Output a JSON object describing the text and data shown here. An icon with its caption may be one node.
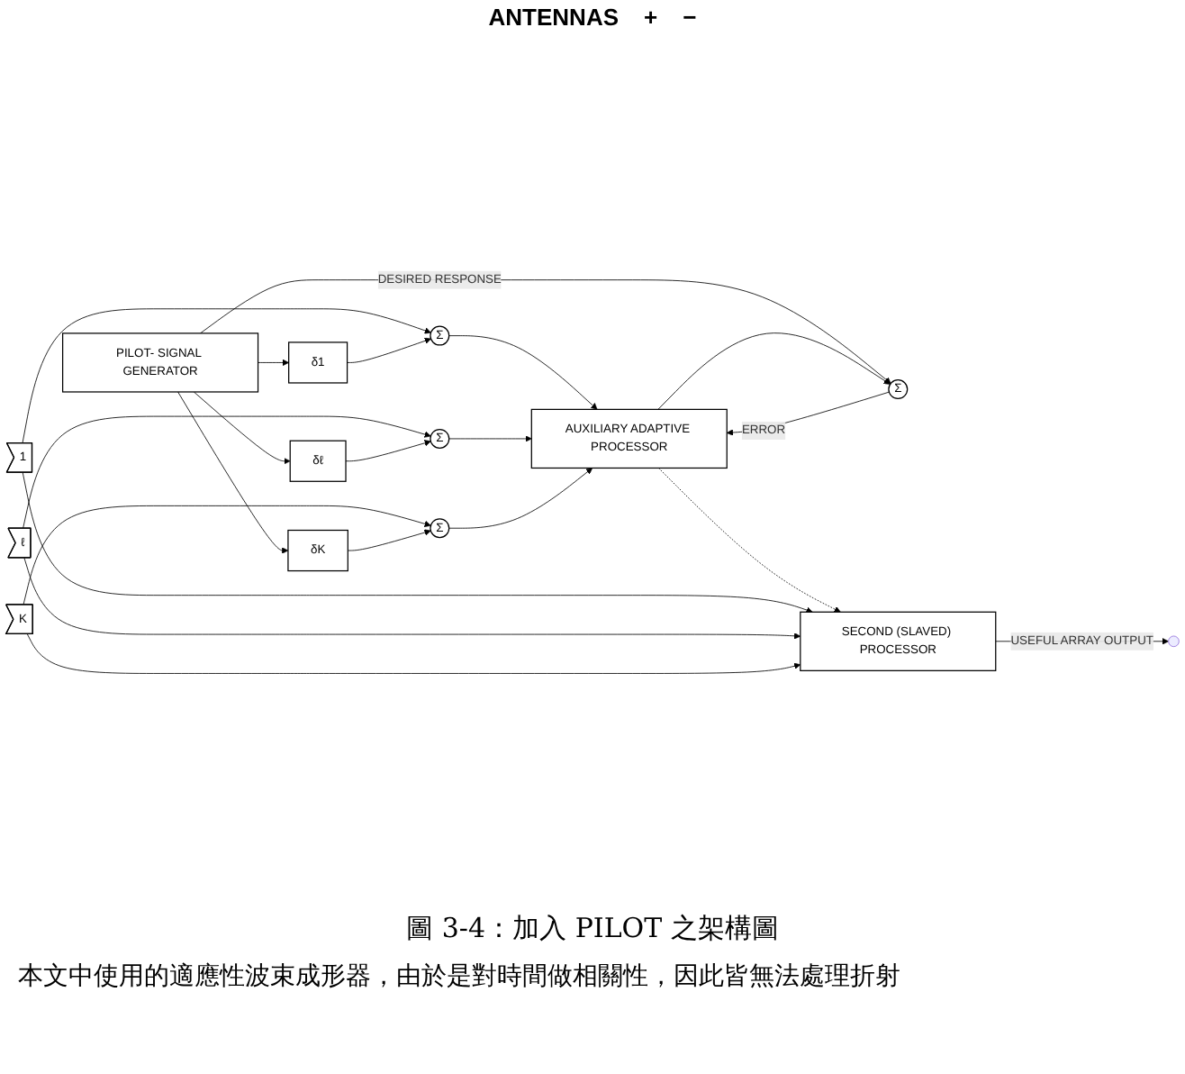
{
  "diagram": {
    "caption": "圖 3-4：加入 PILOT 之架構圖",
    "nodes": [
      {
        "text": [
          "1"
        ]
      },
      {
        "text": [
          "ℓ"
        ]
      },
      {
        "text": [
          "K"
        ]
      },
      {
        "text": [
          "Σ"
        ]
      },
      {
        "text": [
          "δ1"
        ]
      },
      {
        "text": [
          "Σ"
        ]
      },
      {
        "text": [
          "δℓ"
        ]
      },
      {
        "text": [
          "Σ"
        ]
      },
      {
        "text": [
          "δK"
        ]
      },
      {
        "text": [
          "AUXILIARY ADAPTIVE PROCESSOR"
        ]
      },
      {
        "text": [
          "Σ"
        ]
      },
      {
        "text": [
          "PILOT- SIGNAL GENERATOR"
        ]
      },
      {
        "text": [
          "SECOND (SLAVED) PROCESSOR"
        ]
      },
      {
        "text": [],
        "shape": "circle"
      }
    ],
    "edges": [
      {
        "from": 0,
        "to": 3,
        "arrow": "to"
      },
      {
        "from": 4,
        "to": 3,
        "arrow": "to"
      },
      {
        "from": 3,
        "to": 9,
        "arrow": "to"
      },
      {
        "from": 1,
        "to": 5,
        "arrow": "to"
      },
      {
        "from": 6,
        "to": 5,
        "arrow": "to"
      },
      {
        "from": 5,
        "to": 9,
        "arrow": "to"
      },
      {
        "from": 2,
        "to": 7,
        "arrow": "to"
      },
      {
        "from": 8,
        "to": 7,
        "arrow": "to"
      },
      {
        "from": 7,
        "to": 9,
        "arrow": "to"
      },
      {
        "from": 11,
        "to": 4,
        "arrow": "to"
      },
      {
        "from": 11,
        "to": 6,
        "arrow": "to"
      },
      {
        "from": 11,
        "to": 8,
        "arrow": "to"
      },
      {
        "from": 11,
        "to": 10,
        "arrow": "to",
        "label": "DESIRED RESPONSE"
      },
      {
        "from": 9,
        "to": 10,
        "arrow": "to"
      },
      {
        "from": 10,
        "to": 9,
        "arrow": "to",
        "label": "ERROR"
      },
      {
        "from": 9,
        "to": 12,
        "arrow": "to",
        "style": "dashed"
      },
      {
        "from": 0,
        "to": 12,
        "arrow": "to"
      },
      {
        "from": 1,
        "to": 12,
        "arrow": "to"
      },
      {
        "from": 2,
        "to": 12,
        "arrow": "to"
      },
      {
        "from": 12,
        "to": 13,
        "arrow": "to",
        "label": "USEFUL ARRAY OUTPUT"
      }
    ],
    "labels": [
      "ANTENNAS",
      "+",
      "−",
      "本文中使用的適應性波束成形器，由於是對時間做相關性，因此皆無法處理折射"
    ]
  }
}
